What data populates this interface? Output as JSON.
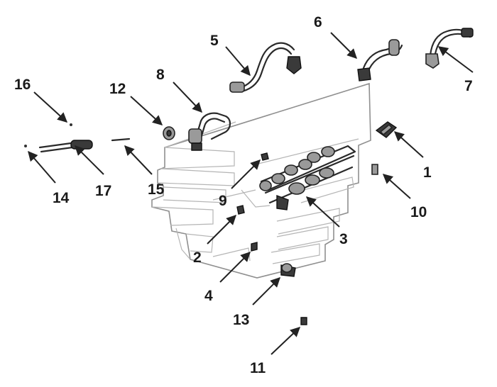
{
  "diagram": {
    "background": "#ffffff",
    "ink": "#1a1a1a",
    "callouts": [
      {
        "id": "1",
        "label": "1"
      },
      {
        "id": "2",
        "label": "2"
      },
      {
        "id": "3",
        "label": "3"
      },
      {
        "id": "4",
        "label": "4"
      },
      {
        "id": "5",
        "label": "5"
      },
      {
        "id": "6",
        "label": "6"
      },
      {
        "id": "7",
        "label": "7"
      },
      {
        "id": "8",
        "label": "8"
      },
      {
        "id": "9",
        "label": "9"
      },
      {
        "id": "10",
        "label": "10"
      },
      {
        "id": "11",
        "label": "11"
      },
      {
        "id": "12",
        "label": "12"
      },
      {
        "id": "13",
        "label": "13"
      },
      {
        "id": "14",
        "label": "14"
      },
      {
        "id": "15",
        "label": "15"
      },
      {
        "id": "16",
        "label": "16"
      },
      {
        "id": "17",
        "label": "17"
      }
    ]
  }
}
